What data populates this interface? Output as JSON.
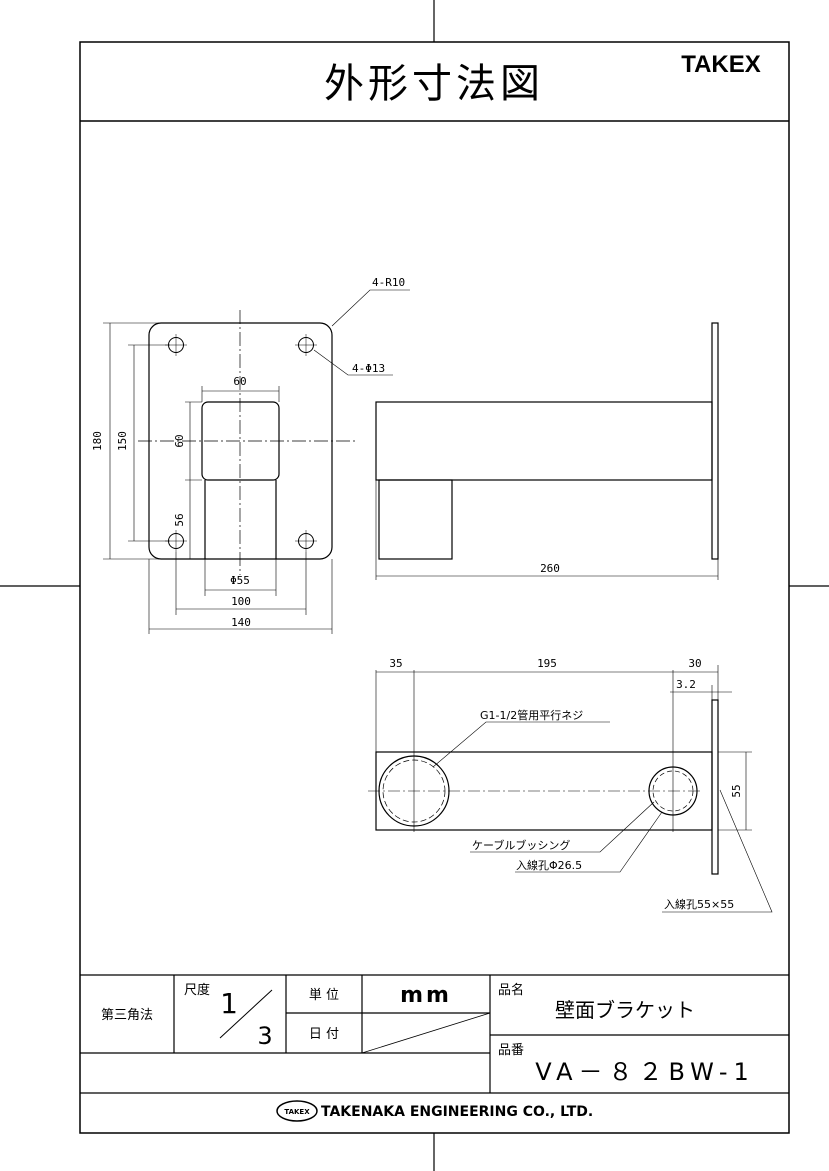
{
  "header": {
    "title": "外形寸法図",
    "brand": "TAKEX"
  },
  "front_view": {
    "dim_180": "180",
    "dim_150": "150",
    "dim_60_top": "60",
    "dim_60_side": "60",
    "dim_56": "56",
    "dim_phi55": "Φ55",
    "dim_100": "100",
    "dim_140": "140",
    "callout_r10": "4-R10",
    "callout_holes": "4-Φ13"
  },
  "side_view": {
    "dim_260": "260"
  },
  "top_view": {
    "dim_35": "35",
    "dim_195": "195",
    "dim_30": "30",
    "dim_3_2": "3.2",
    "dim_55": "55",
    "callout_thread": "G1-1/2管用平行ネジ",
    "callout_bushing": "ケーブルブッシング",
    "callout_hole_small": "入線孔Φ26.5",
    "callout_hole_square": "入線孔55×55"
  },
  "title_block": {
    "projection": "第三角法",
    "scale_label": "尺度",
    "scale_num": "1",
    "scale_den": "3",
    "unit_label": "単 位",
    "unit_value": "mm",
    "date_label": "日 付",
    "name_label": "品名",
    "name_value": "壁面ブラケット",
    "part_label": "品番",
    "part_value": "VA－８２BW-1",
    "company": "TAKENAKA ENGINEERING CO., LTD.",
    "logo_text": "TAKEX"
  }
}
